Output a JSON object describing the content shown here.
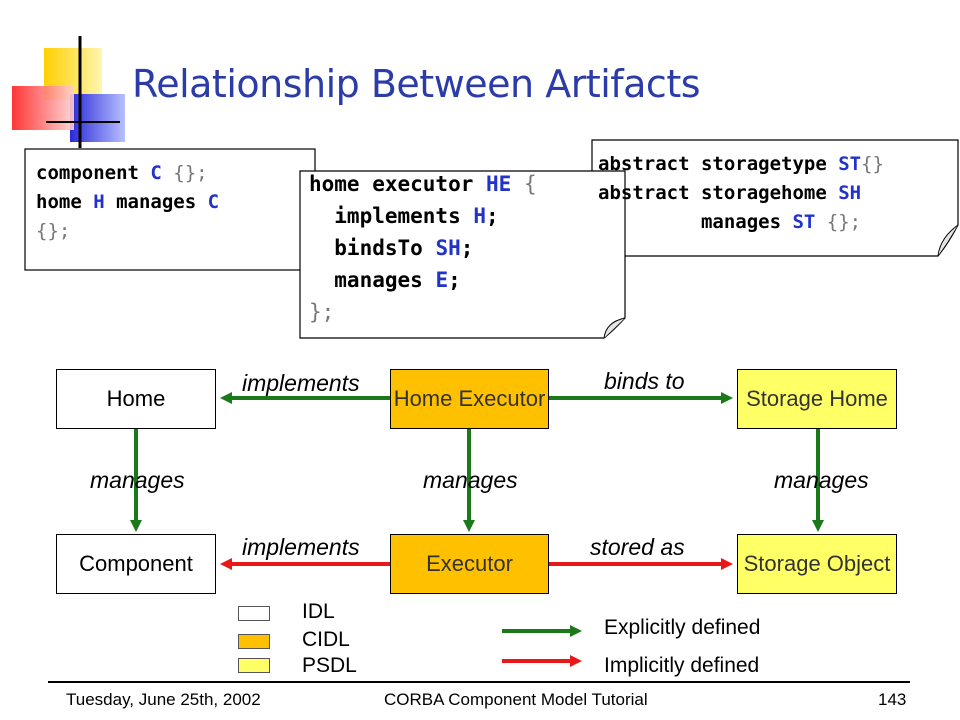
{
  "title": "Relationship Between Artifacts",
  "code_blocks": {
    "component": {
      "lines": [
        [
          {
            "t": "component ",
            "c": "kw"
          },
          {
            "t": "C",
            "c": "id"
          },
          {
            "t": " {};",
            "c": "p"
          }
        ],
        [
          {
            "t": "home ",
            "c": "kw"
          },
          {
            "t": "H",
            "c": "id"
          },
          {
            "t": " manages ",
            "c": "kw"
          },
          {
            "t": "C",
            "c": "id"
          }
        ],
        [
          {
            "t": "{};",
            "c": "p"
          }
        ]
      ]
    },
    "home_executor": {
      "lines": [
        [
          {
            "t": "home executor ",
            "c": "kw"
          },
          {
            "t": "HE",
            "c": "id"
          },
          {
            "t": " {",
            "c": "p"
          }
        ],
        [
          {
            "t": "  implements ",
            "c": "kw"
          },
          {
            "t": "H",
            "c": "id"
          },
          {
            "t": ";",
            "c": "kw"
          }
        ],
        [
          {
            "t": "  bindsTo ",
            "c": "kw"
          },
          {
            "t": "SH",
            "c": "id"
          },
          {
            "t": ";",
            "c": "kw"
          }
        ],
        [
          {
            "t": "  manages ",
            "c": "kw"
          },
          {
            "t": "E",
            "c": "id"
          },
          {
            "t": ";",
            "c": "kw"
          }
        ],
        [
          {
            "t": "};",
            "c": "p"
          }
        ]
      ]
    },
    "storage": {
      "lines": [
        [
          {
            "t": "abstract storagetype ",
            "c": "kw"
          },
          {
            "t": "ST",
            "c": "id"
          },
          {
            "t": "{}",
            "c": "p"
          }
        ],
        [
          {
            "t": "abstract storagehome ",
            "c": "kw"
          },
          {
            "t": "SH",
            "c": "id"
          }
        ],
        [
          {
            "t": "         manages ",
            "c": "kw"
          },
          {
            "t": "ST",
            "c": "id"
          },
          {
            "t": " {};",
            "c": "p"
          }
        ]
      ]
    }
  },
  "nodes": {
    "home": "Home",
    "home_executor": "Home Executor",
    "storage_home": "Storage Home",
    "component": "Component",
    "executor": "Executor",
    "storage_object": "Storage Object"
  },
  "edges": {
    "he_to_home": "implements",
    "he_to_storage_home": "binds to",
    "home_to_component": "manages",
    "he_to_executor": "manages",
    "sh_to_storage_object": "manages",
    "executor_to_component": "implements",
    "executor_to_storage_object": "stored as"
  },
  "legend": {
    "idl": "IDL",
    "cidl": "CIDL",
    "psdl": "PSDL",
    "explicit": "Explicitly defined",
    "implicit": "Implicitly defined"
  },
  "colors": {
    "title": "#2b3ba8",
    "idl": "#ffffff",
    "cidl": "#ffc000",
    "psdl": "#ffff66",
    "explicit": "#1a7a1a",
    "implicit": "#e81818",
    "identifier": "#2233cc"
  },
  "footer": {
    "date": "Tuesday, June 25th, 2002",
    "course": "CORBA Component Model Tutorial",
    "page": "143"
  }
}
